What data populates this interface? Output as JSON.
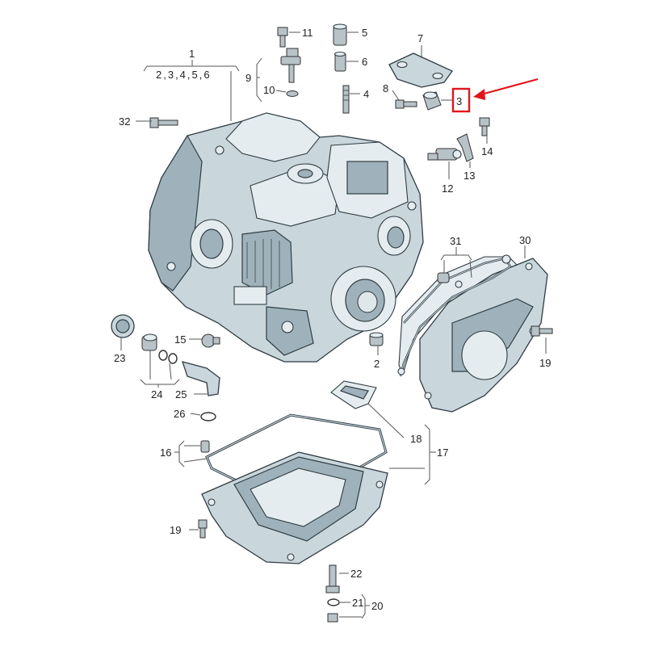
{
  "highlight_color": "#e0161b",
  "callouts": {
    "c1": "1",
    "c1_sub": "2,3,4,5,6",
    "c2": "2",
    "c3": "3",
    "c4": "4",
    "c5": "5",
    "c6": "6",
    "c7": "7",
    "c8": "8",
    "c9": "9",
    "c10": "10",
    "c11": "11",
    "c12": "12",
    "c13": "13",
    "c14": "14",
    "c15": "15",
    "c16": "16",
    "c17": "17",
    "c18": "18",
    "c19a": "19",
    "c19b": "19",
    "c20": "20",
    "c21": "21",
    "c22": "22",
    "c23": "23",
    "c24": "24",
    "c25": "25",
    "c26": "26",
    "c30": "30",
    "c31": "31",
    "c32": "32"
  }
}
